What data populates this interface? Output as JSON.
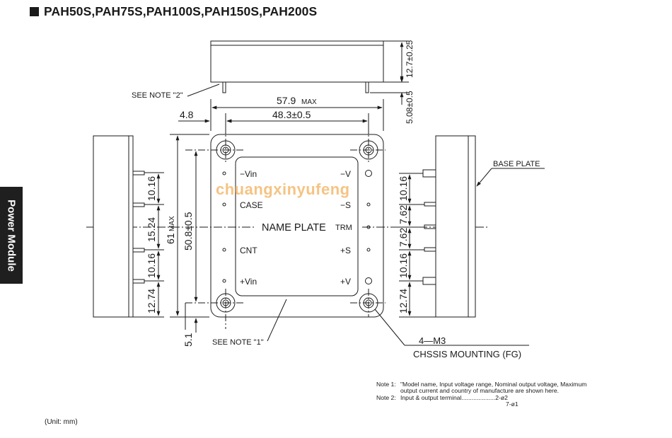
{
  "title": "PAH50S,PAH75S,PAH100S,PAH150S,PAH200S",
  "side_tab": "Power Module",
  "watermark": "chuangxinyufeng",
  "dims": {
    "overall_width": "57.9",
    "overall_width_unit": "MAX",
    "hole_pitch_h": "48.3±0.5",
    "left_offset": "4.8",
    "height_top": "12.7±0.25",
    "pin_len": "5.08±0.5",
    "overall_height": "61",
    "overall_height_unit": "MAX",
    "hole_pitch_v": "50.8±0.5",
    "bottom_offset": "5.1",
    "left_pin_pitches": [
      "10.16",
      "15.24",
      "10.16",
      "12.74"
    ],
    "right_pin_pitches": [
      "10.16",
      "7.62",
      "7.62",
      "10.16",
      "12.74"
    ]
  },
  "terminals": {
    "left": [
      "−Vin",
      "CASE",
      "CNT",
      "+Vin"
    ],
    "right": [
      "−V",
      "−S",
      "TRM",
      "+S",
      "+V"
    ]
  },
  "labels": {
    "name_plate": "NAME PLATE",
    "see_note_2": "SEE NOTE \"2\"",
    "see_note_1": "SEE NOTE \"1\"",
    "base_plate": "BASE PLATE",
    "mount_count": "4—M3",
    "mount_desc": "CHSSIS MOUNTING (FG)"
  },
  "notes": {
    "note1_label": "Note 1:",
    "note1_line1": "\"Model name, Input voltage range, Nominal output voltage, Maximum",
    "note1_line2": "output current and country of manufacture are shown here.",
    "note2_label": "Note 2:",
    "note2_line1": "Input & output terminal....................2-ø2",
    "note2_line2": "7-ø1"
  },
  "unit_note": "(Unit: mm)"
}
